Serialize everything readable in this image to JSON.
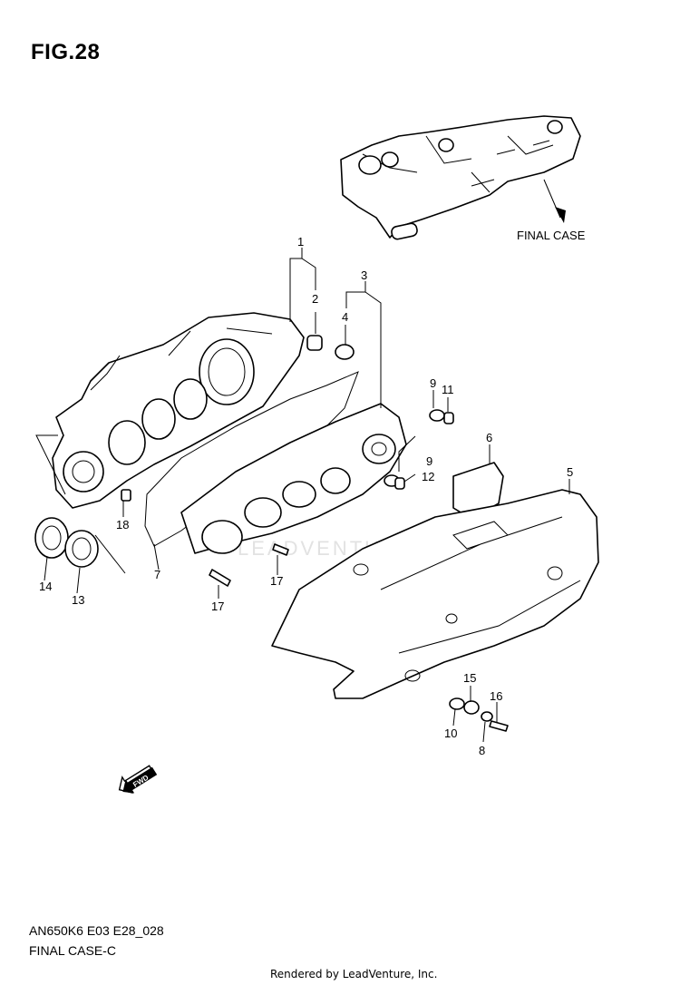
{
  "figure": {
    "title": "FIG.28",
    "model_code": "AN650K6 E03 E28_028",
    "section_name": "FINAL CASE-C",
    "render_credit": "Rendered by LeadVenture, Inc.",
    "watermark": "LEADVENTURE"
  },
  "reference": {
    "label": "FINAL CASE"
  },
  "fwd_badge": "FWD",
  "callouts": [
    {
      "id": "c1",
      "label": "1"
    },
    {
      "id": "c2",
      "label": "2"
    },
    {
      "id": "c3",
      "label": "3"
    },
    {
      "id": "c4",
      "label": "4"
    },
    {
      "id": "c5",
      "label": "5"
    },
    {
      "id": "c6",
      "label": "6"
    },
    {
      "id": "c7",
      "label": "7"
    },
    {
      "id": "c8",
      "label": "8"
    },
    {
      "id": "c9a",
      "label": "9"
    },
    {
      "id": "c9b",
      "label": "9"
    },
    {
      "id": "c10",
      "label": "10"
    },
    {
      "id": "c11",
      "label": "11"
    },
    {
      "id": "c12",
      "label": "12"
    },
    {
      "id": "c13",
      "label": "13"
    },
    {
      "id": "c14",
      "label": "14"
    },
    {
      "id": "c15",
      "label": "15"
    },
    {
      "id": "c16",
      "label": "16"
    },
    {
      "id": "c17a",
      "label": "17"
    },
    {
      "id": "c17b",
      "label": "17"
    },
    {
      "id": "c18",
      "label": "18"
    }
  ]
}
